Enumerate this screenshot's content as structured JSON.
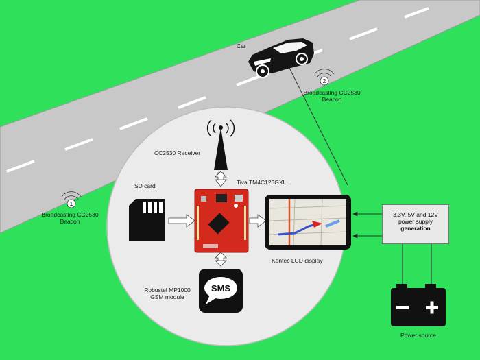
{
  "labels": {
    "car": "Car",
    "beacon1_num": "1",
    "beacon1_line1": "Broadcasting CC2530",
    "beacon1_line2": "Beacon",
    "beacon2_num": "2",
    "beacon2_line1": "Broadcasting CC2530",
    "beacon2_line2": "Beacon",
    "receiver": "CC2530 Receiver",
    "mcu": "Tiva TM4C123GXL",
    "sd_card": "SD card",
    "lcd": "Kentec LCD display",
    "gsm_line1": "Robustel MP1000",
    "gsm_line2": "GSM module",
    "sms": "SMS",
    "power_supply_line1": "3.3V, 5V and 12V",
    "power_supply_line2": "power supply",
    "power_supply_line3": "generation",
    "power_source": "Power source",
    "minus": "−",
    "plus": "+"
  },
  "colors": {
    "background": "#2ee05a",
    "road": "#c8c8c8",
    "road_marking": "#ffffff",
    "circle": "#ebebeb",
    "board": "#d42a1e",
    "device_dark": "#111111",
    "arrow": "#ffffff"
  }
}
